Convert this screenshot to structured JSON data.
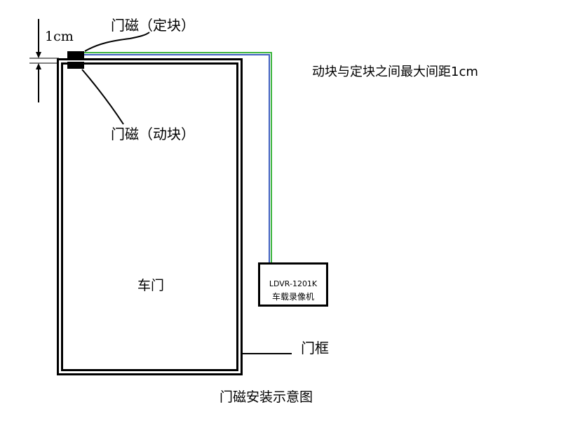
{
  "labels": {
    "fixed_block": "门磁（定块）",
    "moving_block": "门磁（动块）",
    "gap_dimension": "1cm",
    "max_gap_note": "动块与定块之间最大间距1cm",
    "door": "车门",
    "door_frame": "门框",
    "recorder_model": "LDVR-1201K",
    "recorder_name": "车载录像机",
    "caption": "门磁安装示意图"
  },
  "colors": {
    "wire_green": "#3cb43c",
    "wire_blue": "#4060c0"
  }
}
